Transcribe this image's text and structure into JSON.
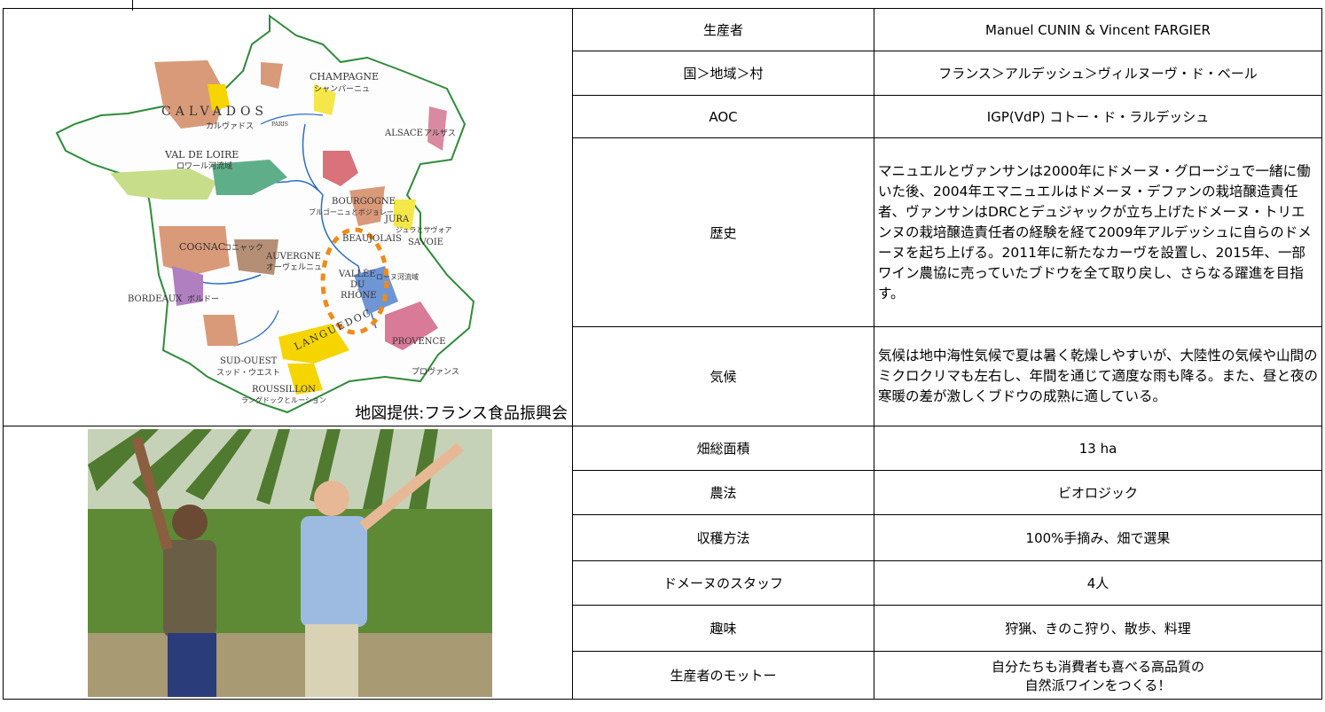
{
  "map": {
    "caption": "地図提供:フランス食品振興会",
    "regions": {
      "calvados": "CALVADOS",
      "calvados_jp": "カルヴァドス",
      "champagne": "CHAMPAGNE",
      "champagne_jp": "シャンパーニュ",
      "alsace": "ALSACE",
      "alsace_jp": "アルザス",
      "paris": "PARIS",
      "val_de_loire": "VAL DE LOIRE",
      "val_de_loire_jp": "ロワール河流域",
      "bourgogne": "BOURGOGNE",
      "bourgogne_jp": "ブルゴーニュとボジョレー",
      "jura": "JURA",
      "jura_jp": "ジュラとサヴォア",
      "savoie": "SAVOIE",
      "beaujolais": "BEAUJOLAIS",
      "cognac": "COGNAC",
      "cognac_jp": "コニャック",
      "auvergne": "AUVERGNE",
      "auvergne_jp": "オーヴェルニュ",
      "rhone_1": "VALLÉE",
      "rhone_2": "DU",
      "rhone_3": "RHÔNE",
      "rhone_jp": "ローヌ河流域",
      "bordeaux": "BORDEAUX",
      "bordeaux_jp": "ボルドー",
      "languedoc": "LANGUEDOC",
      "provence": "PROVENCE",
      "provence_jp": "プロヴァンス",
      "sud_ouest": "SUD-OUEST",
      "sud_ouest_jp": "スッド・ウエスト",
      "roussillon": "ROUSSILLON",
      "roussillon_jp": "ラングドックとルーション"
    }
  },
  "rows": [
    {
      "label": "生産者",
      "value": "Manuel CUNIN & Vincent FARGIER"
    },
    {
      "label": "国＞地域＞村",
      "value": "フランス＞アルデッシュ＞ヴィルヌーヴ・ド・ベール"
    },
    {
      "label": "AOC",
      "value": "IGP(VdP) コトー・ド・ラルデッシュ"
    },
    {
      "label": "歴史",
      "value": "マニュエルとヴァンサンは2000年にドメーヌ・グロージュで一緒に働いた後、2004年エマニュエルはドメーヌ・デファンの栽培醸造責任者、ヴァンサンはDRCとデュジャックが立ち上げたドメーヌ・トリエンヌの栽培醸造責任者の経験を経て2009年アルデッシュに自らのドメーヌを起ち上げる。2011年に新たなカーヴを設置し、2015年、一部ワイン農協に売っていたブドウを全て取り戻し、さらなる躍進を目指す。"
    },
    {
      "label": "気候",
      "value": "気候は地中海性気候で夏は暑く乾燥しやすいが、大陸性の気候や山間のミクロクリマも左右し、年間を通じて適度な雨も降る。また、昼と夜の寒暖の差が激しくブドウの成熟に適している。"
    },
    {
      "label": "畑総面積",
      "value": "13 ha"
    },
    {
      "label": "農法",
      "value": "ビオロジック"
    },
    {
      "label": "収穫方法",
      "value": "100%手摘み、畑で選果"
    },
    {
      "label": "ドメーヌのスタッフ",
      "value": "4人"
    },
    {
      "label": "趣味",
      "value": "狩猟、きのこ狩り、散歩、料理"
    },
    {
      "label": "生産者のモットー",
      "value_line1": "自分たちも消費者も喜べる高品質の",
      "value_line2": "自然派ワインをつくる！"
    }
  ]
}
